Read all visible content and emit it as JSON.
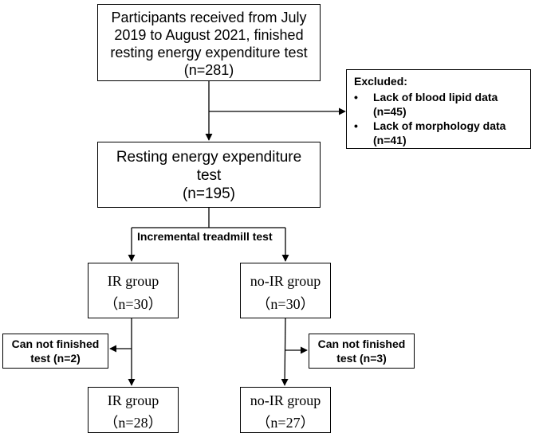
{
  "boxes": {
    "participants": {
      "lines": [
        "Participants received from July",
        "2019 to August 2021, finished",
        "resting energy expenditure test",
        "(n=281)"
      ]
    },
    "excluded": {
      "title": "Excluded:",
      "bullet_symbol": "•",
      "items": [
        {
          "line1": "Lack of blood lipid data",
          "line2": "(n=45)"
        },
        {
          "line1": "Lack of morphology data",
          "line2": "(n=41)"
        }
      ]
    },
    "resting": {
      "lines": [
        "Resting energy expenditure",
        "test",
        "(n=195)"
      ]
    },
    "ir_group_start": {
      "title": "IR group",
      "count": "（n=30）"
    },
    "noir_group_start": {
      "title": "no-IR group",
      "count": "（n=30）"
    },
    "ir_dropout": {
      "lines": [
        "Can not finished",
        "test (n=2)"
      ]
    },
    "noir_dropout": {
      "lines": [
        "Can not finished",
        "test (n=3)"
      ]
    },
    "ir_group_end": {
      "title": "IR group",
      "count": "（n=28）"
    },
    "noir_group_end": {
      "title": "no-IR group",
      "count": "（n=27）"
    }
  },
  "labels": {
    "treadmill": "Incremental treadmill test"
  },
  "colors": {
    "stroke": "#000000",
    "background": "#ffffff"
  }
}
